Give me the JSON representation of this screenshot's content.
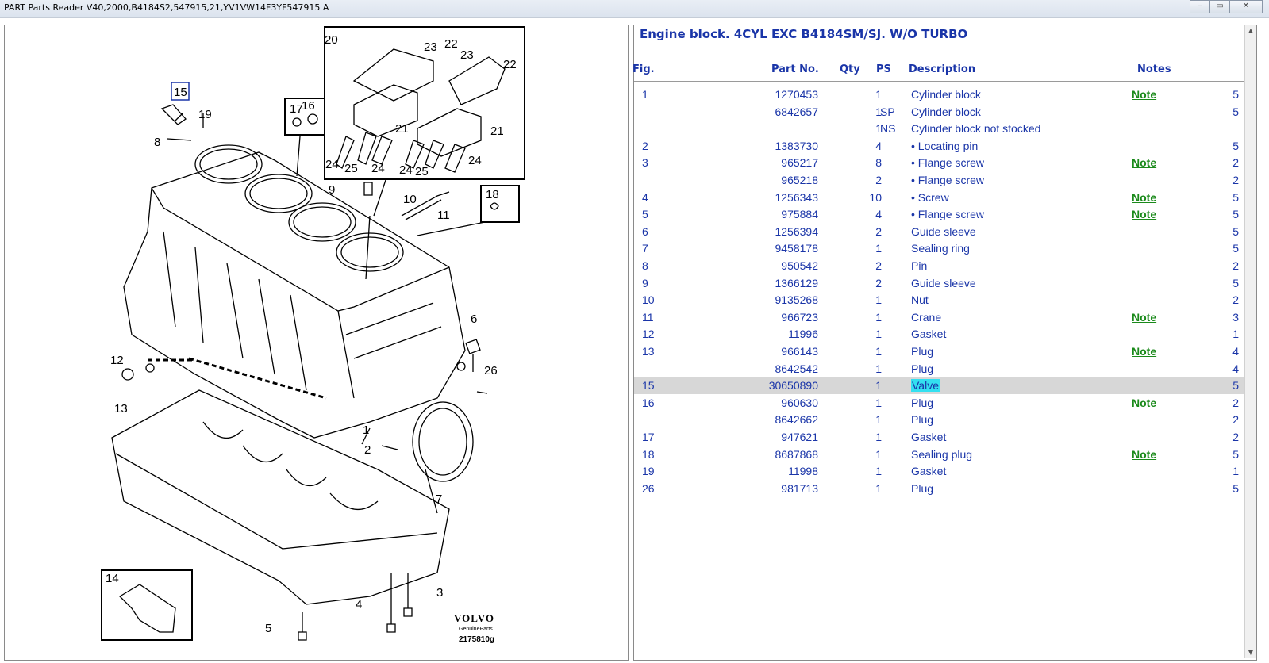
{
  "window": {
    "title": "PART Parts Reader V40,2000,B4184S2,547915,21,YV1VW14F3YF547915 A",
    "buttons": [
      "–",
      "▭",
      "✕"
    ]
  },
  "diagram": {
    "brand": "VOLVO",
    "brand_sub": "GenuineParts",
    "drawing_no": "2175810g",
    "callouts": [
      "1",
      "2",
      "3",
      "4",
      "5",
      "6",
      "7",
      "8",
      "9",
      "10",
      "11",
      "12",
      "13",
      "14",
      "15",
      "16",
      "17",
      "18",
      "19",
      "20",
      "21",
      "22",
      "23",
      "24",
      "25",
      "26"
    ]
  },
  "parts": {
    "group_title": "Engine block. 4CYL EXC B4184SM/SJ. W/O TURBO",
    "columns": {
      "fig": "Fig.",
      "part": "Part No.",
      "qty": "Qty",
      "ps": "PS",
      "desc": "Description",
      "notes": "Notes"
    },
    "rows": [
      {
        "fig": "1",
        "part": "1270453",
        "qty": "1",
        "ps": "",
        "desc": "Cylinder block",
        "note": "Note",
        "n": "5"
      },
      {
        "fig": "",
        "part": "6842657",
        "qty": "1",
        "ps": "SP",
        "desc": "Cylinder block",
        "note": "",
        "n": "5"
      },
      {
        "fig": "",
        "part": "",
        "qty": "1",
        "ps": "NS",
        "desc": "Cylinder block not stocked",
        "note": "",
        "n": ""
      },
      {
        "fig": "2",
        "part": "1383730",
        "qty": "4",
        "ps": "",
        "desc": "• Locating pin",
        "note": "",
        "n": "5"
      },
      {
        "fig": "3",
        "part": "965217",
        "qty": "8",
        "ps": "",
        "desc": "• Flange screw",
        "note": "Note",
        "n": "2"
      },
      {
        "fig": "",
        "part": "965218",
        "qty": "2",
        "ps": "",
        "desc": "• Flange screw",
        "note": "",
        "n": "2"
      },
      {
        "fig": "4",
        "part": "1256343",
        "qty": "10",
        "ps": "",
        "desc": "• Screw",
        "note": "Note",
        "n": "5"
      },
      {
        "fig": "5",
        "part": "975884",
        "qty": "4",
        "ps": "",
        "desc": "• Flange screw",
        "note": "Note",
        "n": "5"
      },
      {
        "fig": "6",
        "part": "1256394",
        "qty": "2",
        "ps": "",
        "desc": "Guide sleeve",
        "note": "",
        "n": "5"
      },
      {
        "fig": "7",
        "part": "9458178",
        "qty": "1",
        "ps": "",
        "desc": "Sealing ring",
        "note": "",
        "n": "5"
      },
      {
        "fig": "8",
        "part": "950542",
        "qty": "2",
        "ps": "",
        "desc": "Pin",
        "note": "",
        "n": "2"
      },
      {
        "fig": "9",
        "part": "1366129",
        "qty": "2",
        "ps": "",
        "desc": "Guide sleeve",
        "note": "",
        "n": "5"
      },
      {
        "fig": "10",
        "part": "9135268",
        "qty": "1",
        "ps": "",
        "desc": "Nut",
        "note": "",
        "n": "2"
      },
      {
        "fig": "11",
        "part": "966723",
        "qty": "1",
        "ps": "",
        "desc": "Crane",
        "note": "Note",
        "n": "3"
      },
      {
        "fig": "12",
        "part": "11996",
        "qty": "1",
        "ps": "",
        "desc": "Gasket",
        "note": "",
        "n": "1"
      },
      {
        "fig": "13",
        "part": "966143",
        "qty": "1",
        "ps": "",
        "desc": "Plug",
        "note": "Note",
        "n": "4"
      },
      {
        "fig": "",
        "part": "8642542",
        "qty": "1",
        "ps": "",
        "desc": "Plug",
        "note": "",
        "n": "4"
      },
      {
        "fig": "15",
        "part": "30650890",
        "qty": "1",
        "ps": "",
        "desc": "Valve",
        "note": "",
        "n": "5",
        "selected": true
      },
      {
        "fig": "16",
        "part": "960630",
        "qty": "1",
        "ps": "",
        "desc": "Plug",
        "note": "Note",
        "n": "2"
      },
      {
        "fig": "",
        "part": "8642662",
        "qty": "1",
        "ps": "",
        "desc": "Plug",
        "note": "",
        "n": "2"
      },
      {
        "fig": "17",
        "part": "947621",
        "qty": "1",
        "ps": "",
        "desc": "Gasket",
        "note": "",
        "n": "2"
      },
      {
        "fig": "18",
        "part": "8687868",
        "qty": "1",
        "ps": "",
        "desc": "Sealing plug",
        "note": "Note",
        "n": "5"
      },
      {
        "fig": "19",
        "part": "11998",
        "qty": "1",
        "ps": "",
        "desc": "Gasket",
        "note": "",
        "n": "1"
      },
      {
        "fig": "26",
        "part": "981713",
        "qty": "1",
        "ps": "",
        "desc": "Plug",
        "note": "",
        "n": "5"
      }
    ]
  },
  "colors": {
    "accent_blue": "#1a35a8",
    "note_green": "#1a8a1a",
    "selection_gray": "#d7d7d7",
    "highlight_cyan": "#33e0f0"
  }
}
